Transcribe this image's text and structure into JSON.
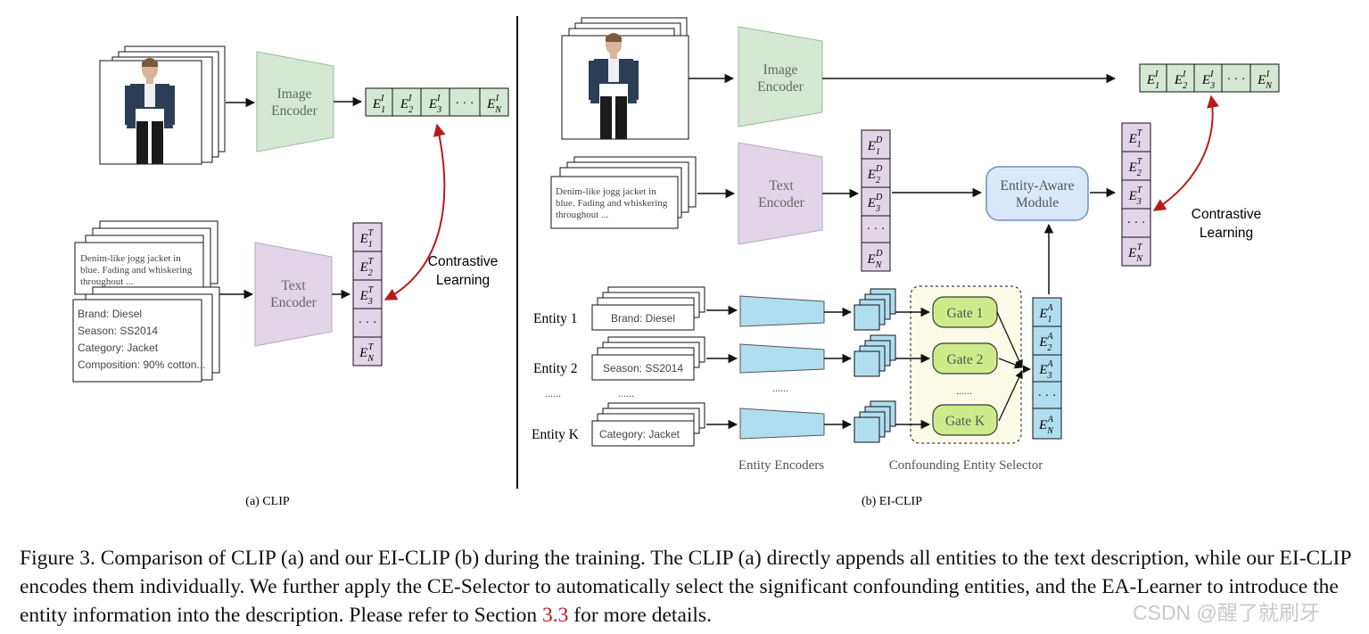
{
  "panel_a": {
    "image_encoder": [
      "Image",
      "Encoder"
    ],
    "text_encoder": [
      "Text",
      "Encoder"
    ],
    "description_lines": [
      "Denim-like jogg jacket in",
      "blue. Fading and whiskering",
      "throughout ..."
    ],
    "attribute_lines": [
      "Brand: Diesel",
      "Season: SS2014",
      "Category: Jacket",
      "Composition: 90% cotton..."
    ],
    "contrastive": [
      "Contrastive",
      "Learning"
    ],
    "label": "(a) CLIP"
  },
  "panel_b": {
    "image_encoder": [
      "Image",
      "Encoder"
    ],
    "text_encoder": [
      "Text",
      "Encoder"
    ],
    "description_lines": [
      "Denim-like jogg jacket in",
      "blue. Fading and whiskering",
      "throughout ..."
    ],
    "ea_module": [
      "Entity-Aware",
      "Module"
    ],
    "contrastive": [
      "Contrastive",
      "Learning"
    ],
    "entities": [
      {
        "label": "Entity 1",
        "value": "Brand: Diesel",
        "gate": "Gate 1"
      },
      {
        "label": "Entity 2",
        "value": "Season: SS2014",
        "gate": "Gate 2"
      },
      {
        "label": "Entity K",
        "value": "Category: Jacket",
        "gate": "Gate K"
      }
    ],
    "ellipsis": "......",
    "entity_encoders_label": "Entity Encoders",
    "selector_label": "Confounding Entity Selector",
    "label": "(b) EI-CLIP"
  },
  "embeddings": {
    "image": [
      "1",
      "2",
      "3",
      "N"
    ],
    "dots": "· · ·"
  },
  "caption": {
    "before_ref": "Figure 3. Comparison of CLIP (a) and our EI-CLIP (b) during the training. The CLIP (a) directly appends all entities to the text description, while our EI-CLIP encodes them individually. We further apply the CE-Selector to automatically select the significant confounding entities, and the EA-Learner to introduce the entity information into the description. Please refer to Section ",
    "ref": "3.3",
    "after_ref": " for more details."
  },
  "watermark": "CSDN @醒了就刷牙",
  "colors": {
    "image_encoder": "#d5e8d4",
    "text_encoder": "#e1d5e7",
    "image_emb": "#d5e8d4",
    "text_emb": "#e1d5e7",
    "entity_emb": "#b1ddf0",
    "entity_encoder": "#b1ddf0",
    "gate": "#cdeb8b",
    "ea_module": "#dae8fc",
    "selector": "#fbfbe8",
    "contrastive_arrow": "#b71c1c"
  }
}
